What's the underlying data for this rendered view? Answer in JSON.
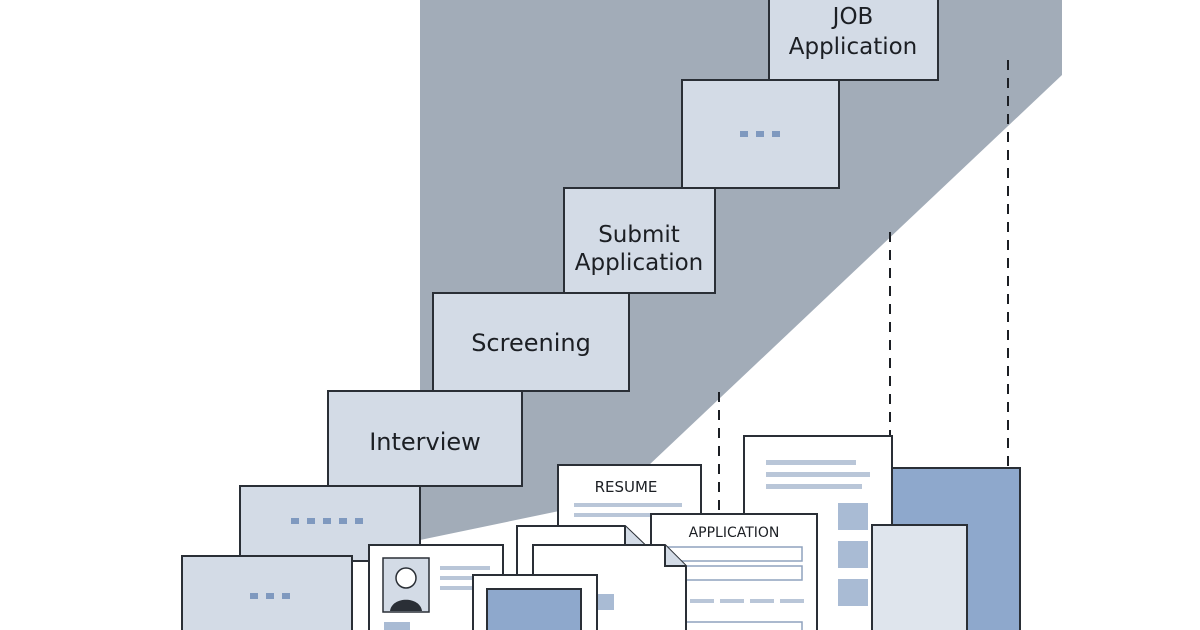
{
  "diagram": {
    "steps": [
      {
        "label_lines": [
          "JOB",
          "Application"
        ]
      },
      {
        "label_lines": []
      },
      {
        "label_lines": [
          "Submit",
          "Application"
        ]
      },
      {
        "label_lines": [
          "Screening"
        ]
      },
      {
        "label_lines": [
          "Interview"
        ]
      },
      {
        "label_lines": []
      },
      {
        "label_lines": []
      }
    ],
    "documents": {
      "resume_title": "RESUME",
      "application_title": "APPLICATION"
    },
    "colors": {
      "step_fill": "#d3dbe6",
      "step_border": "#2a2f36",
      "shadow": "#a2acb8",
      "ellipsis": "#7f99bf",
      "blue_panel": "#8ea8cc",
      "light_panel": "#dfe5ed",
      "document": "#ffffff"
    }
  }
}
